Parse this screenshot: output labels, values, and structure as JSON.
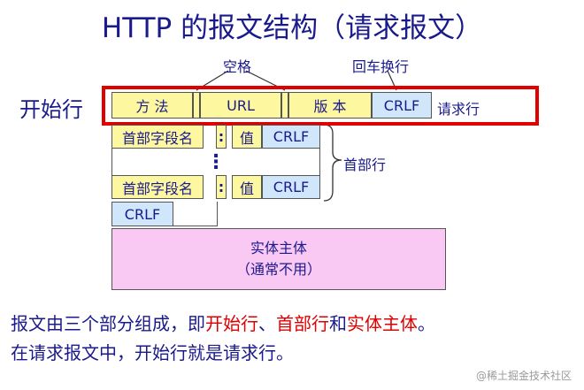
{
  "title": "HTTP 的报文结构（请求报文）",
  "labels": {
    "space": "空格",
    "crlf_label": "回车换行",
    "start_line": "开始行",
    "request_line": "请求行",
    "header_lines": "首部行"
  },
  "request_line": {
    "method": "方  法",
    "url": "URL",
    "version": "版  本",
    "crlf": "CRLF"
  },
  "header_row": {
    "field_name": "首部字段名",
    "colon": ":",
    "value": "值",
    "crlf": "CRLF"
  },
  "ellipsis": "⋮",
  "blank_crlf": "CRLF",
  "entity_body": {
    "line1": "实体主体",
    "line2": "（通常不用）"
  },
  "description": {
    "line1_a": "报文由三个部分组成，即",
    "line1_b": "开始行",
    "line1_c": "、",
    "line1_d": "首部行",
    "line1_e": "和",
    "line1_f": "实体主体",
    "line1_g": "。",
    "line2": "在请求报文中，开始行就是请求行。"
  },
  "watermark": "@稀土掘金技术社区",
  "colors": {
    "title": "#1a1a8c",
    "highlight": "#e00000",
    "yellow_cell": "#fdf7a0",
    "blue_cell": "#cfe6fb",
    "pink_cell": "#f9c8f3"
  }
}
